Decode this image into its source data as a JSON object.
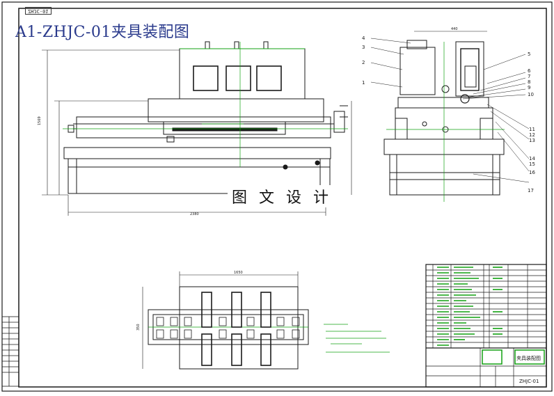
{
  "drawing": {
    "title": "A1-ZHJC-01夹具装配图",
    "corner_tag": "ZHJC-01",
    "watermark": "图 文 设 计",
    "drawing_number": "ZHJC-01",
    "part_name": "夹具装配图"
  },
  "callouts": [
    "1",
    "2",
    "3",
    "4",
    "5",
    "6",
    "7",
    "8",
    "9",
    "10",
    "11",
    "12",
    "13",
    "14",
    "15",
    "16",
    "17"
  ],
  "dimensions": {
    "top_width": "2380",
    "top_height": "1569",
    "side_top": "440",
    "bottom_width": "1650",
    "bottom_height": "350"
  },
  "colors": {
    "line": "#1a1a1a",
    "green": "#10a010",
    "title_blue": "#2a3a8c",
    "red": "#d03030"
  }
}
